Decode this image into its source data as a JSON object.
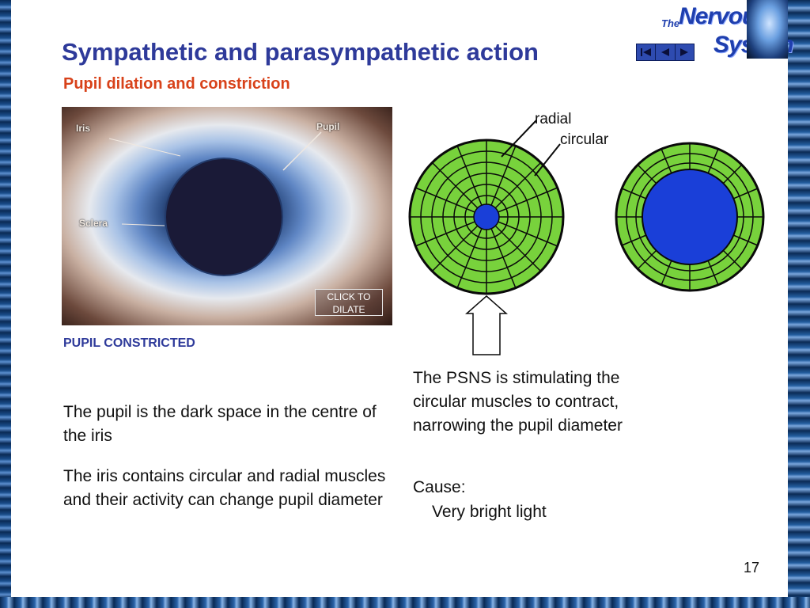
{
  "slide": {
    "title": "Sympathetic and parasympathetic action",
    "subtitle": "Pupil dilation and constriction",
    "page_number": "17"
  },
  "logo": {
    "the": "The",
    "word1": "Nervous",
    "word2": "System"
  },
  "photo": {
    "label_iris": "Iris",
    "label_pupil": "Pupil",
    "label_sclera": "Sclera",
    "button_line1": "CLICK  TO",
    "button_line2": "DILATE",
    "caption": "PUPIL CONSTRICTED"
  },
  "text": {
    "p1": "The pupil is the dark space in the centre of the iris",
    "p2": "The iris contains circular and radial muscles and their activity can change pupil diameter",
    "p3": "The PSNS is stimulating the circular muscles to contract, narrowing the pupil diameter",
    "cause_label": "Cause:",
    "cause_value": "Very bright light"
  },
  "diagram": {
    "label_radial": "radial",
    "label_circular": "circular"
  },
  "colors": {
    "title": "#2e3a9a",
    "subtitle": "#d8421a",
    "muscle_green": "#78d23c",
    "pupil_blue": "#1a3fd8"
  }
}
